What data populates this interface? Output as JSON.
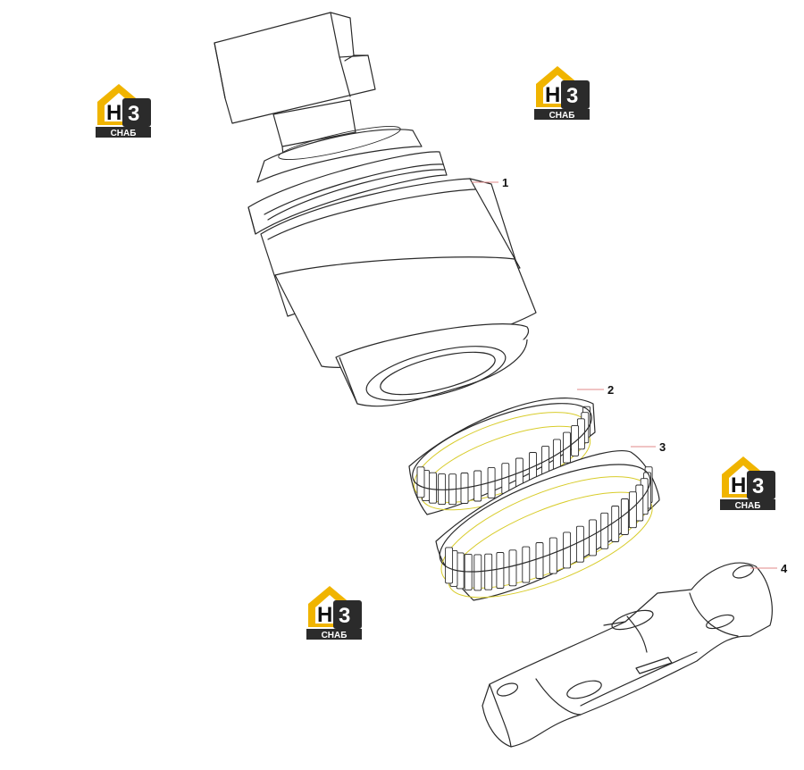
{
  "callouts": [
    "1",
    "2",
    "3",
    "4"
  ],
  "watermark": {
    "letters_left": "H",
    "letters_right": "3",
    "caption": "СНАБ",
    "accent_color": "#f0b400",
    "dark_color": "#2b2b2b"
  },
  "parts": {
    "p1": "motor-housing",
    "p2": "roller-bearing-small",
    "p3": "roller-bearing-large",
    "p4": "mounting-bracket"
  }
}
